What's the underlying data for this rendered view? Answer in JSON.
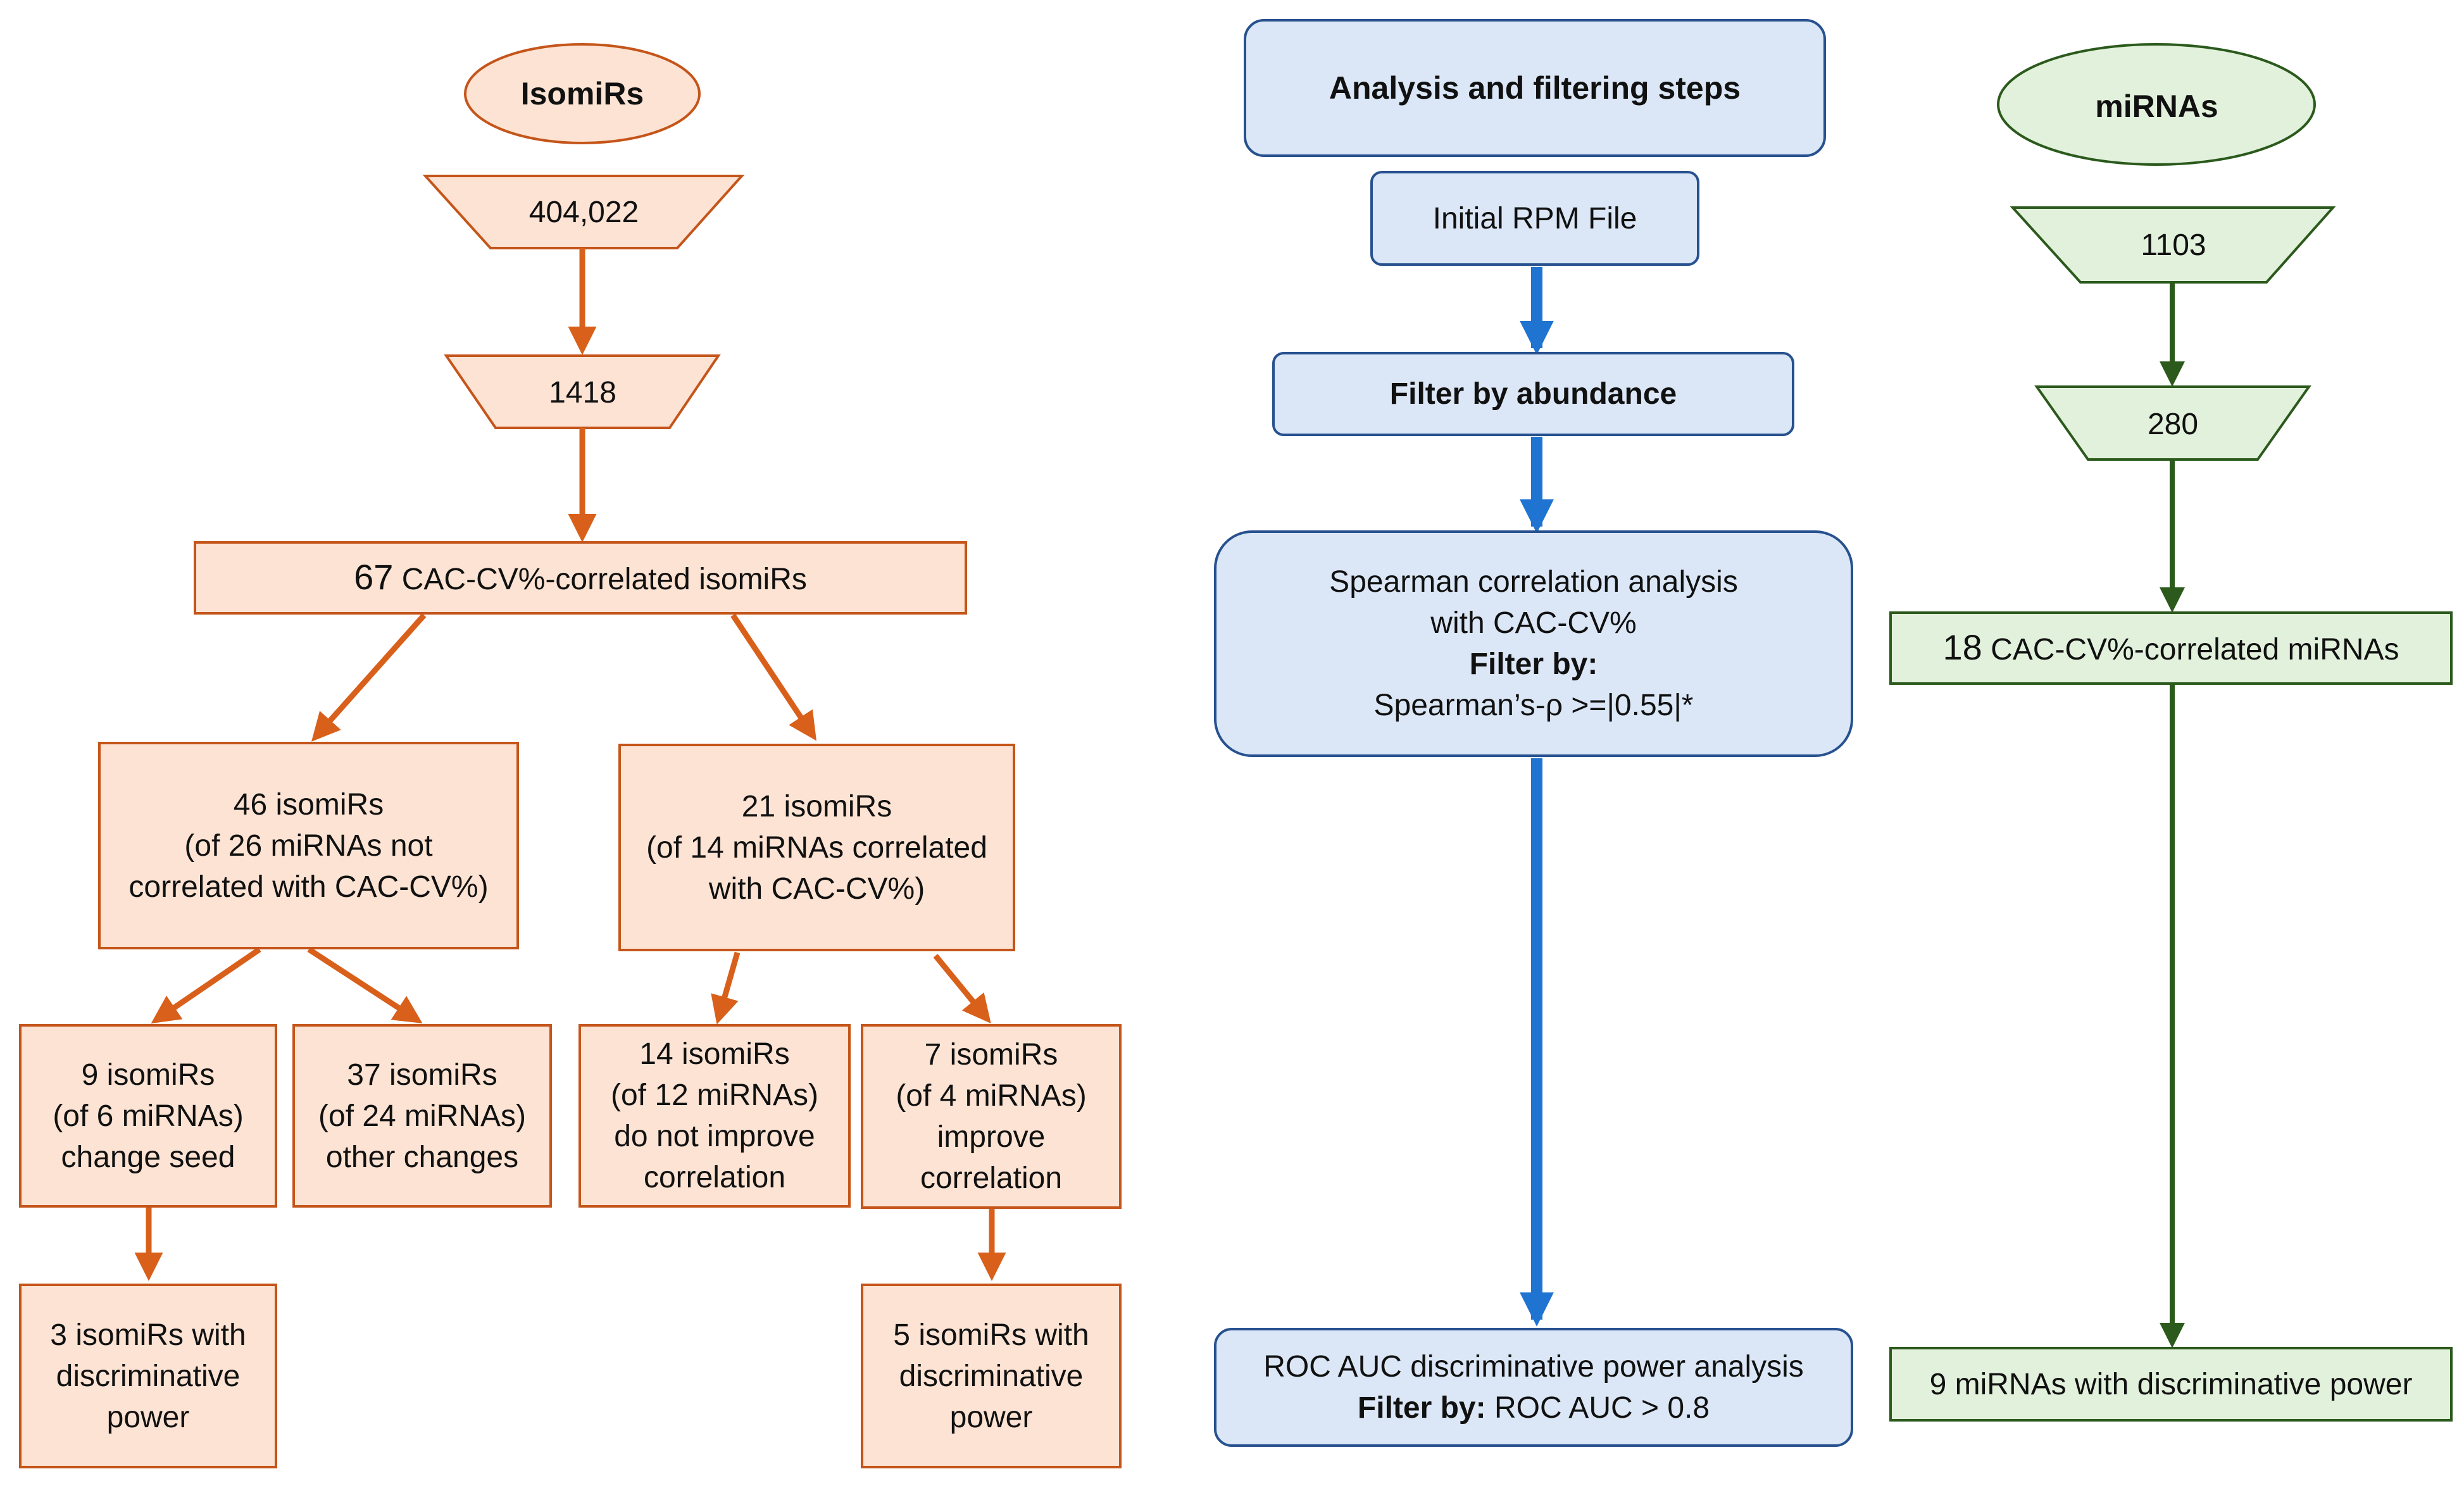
{
  "colors": {
    "isomir_fill": "#fde3d3",
    "isomir_stroke": "#c5551a",
    "isomir_arrow": "#d9601b",
    "step_fill": "#dbe7f6",
    "step_stroke": "#27518f",
    "step_arrow": "#1f73d1",
    "mirna_fill": "#e2f1dc",
    "mirna_stroke": "#2b5a1c",
    "mirna_arrow": "#2b5a1c"
  },
  "isomirs": {
    "header": "IsomiRs",
    "count_initial": "404,022",
    "count_abundance": "1418",
    "correlated_count": "67",
    "correlated_label": "CAC-CV%-correlated isomiRs",
    "branch_not_correlated": [
      "46 isomiRs",
      "(of 26 miRNAs not",
      "correlated with CAC-CV%)"
    ],
    "branch_correlated": [
      "21 isomiRs",
      "(of 14 miRNAs correlated",
      "with CAC-CV%)"
    ],
    "change_seed": [
      "9 isomiRs",
      "(of 6 miRNAs)",
      "change seed"
    ],
    "other_changes": [
      "37 isomiRs",
      "(of 24 miRNAs)",
      "other changes"
    ],
    "not_improve": [
      "14 isomiRs",
      "(of 12 miRNAs)",
      "do not improve",
      "correlation"
    ],
    "improve": [
      "7 isomiRs",
      "(of 4 miRNAs)",
      "improve",
      "correlation"
    ],
    "final_seed": [
      "3 isomiRs with",
      "discriminative",
      "power"
    ],
    "final_improve": [
      "5 isomiRs with",
      "discriminative",
      "power"
    ]
  },
  "steps": {
    "header": "Analysis and filtering steps",
    "initial": "Initial RPM File",
    "abundance": "Filter by abundance",
    "spearman_line1": "Spearman correlation analysis",
    "spearman_line2": "with CAC-CV%",
    "spearman_filter_label": "Filter by:",
    "spearman_filter_value": "Spearman’s-ρ >=|0.55|*",
    "roc_line1": "ROC AUC discriminative power analysis",
    "roc_filter_label": "Filter by:",
    "roc_filter_value": " ROC AUC > 0.8"
  },
  "mirnas": {
    "header": "miRNAs",
    "count_initial": "1103",
    "count_abundance": "280",
    "correlated_count": "18",
    "correlated_label": "CAC-CV%-correlated miRNAs",
    "final": "9 miRNAs with discriminative power"
  }
}
